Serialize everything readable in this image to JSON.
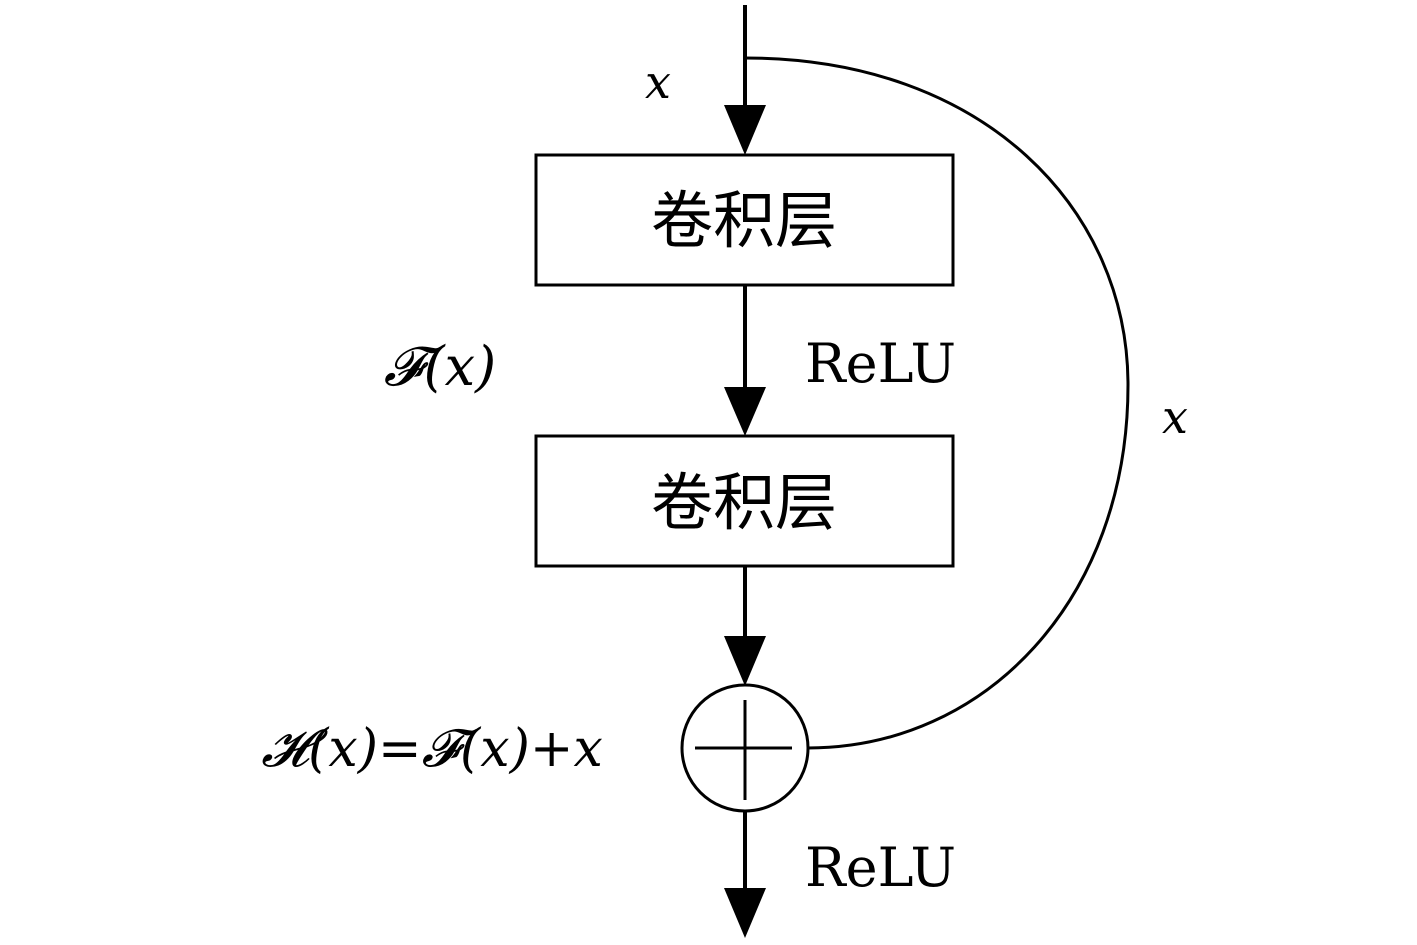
{
  "diagram": {
    "input_label": "x",
    "conv1_label": "卷积层",
    "conv2_label": "卷积层",
    "residual_label": "𝓕(x)",
    "relu1_label": "ReLU",
    "shortcut_label": "x",
    "sum_label": "𝓗(x)=𝓕(x)+x",
    "relu2_label": "ReLU",
    "sum_node_symbol": "plus",
    "colors": {
      "stroke": "#000000",
      "background": "#ffffff"
    }
  }
}
